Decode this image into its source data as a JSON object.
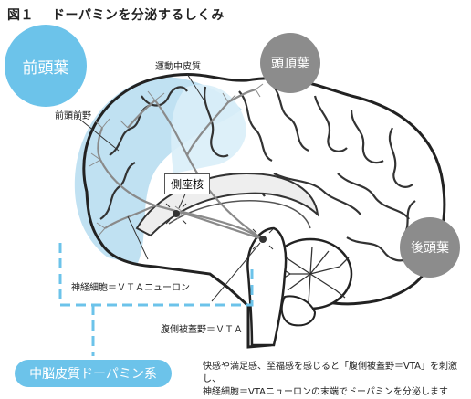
{
  "title": {
    "figure_number": "図１",
    "text": "ドーパミンを分泌するしくみ"
  },
  "lobes": {
    "frontal": "前頭葉",
    "parietal": "頭頂葉",
    "occipital": "後頭葉"
  },
  "labels": {
    "motor_cortex": "運動中皮質",
    "prefrontal": "前頭前野",
    "accumbens": "側座核",
    "neuron": "神経細胞＝ＶＴＡニューロン",
    "vta": "腹側被蓋野＝ＶＴＡ"
  },
  "system": "中脳皮質ドーパミン系",
  "caption": {
    "line1": "快感や満足感、至福感を感じると「腹側被蓋野＝VTA」を刺激し、",
    "line2": "神経細胞＝VTAニューロンの末端でドーパミンを分泌します"
  },
  "colors": {
    "accent_blue": "#6cc3ea",
    "light_blue": "#c6e5f5",
    "gray": "#8c8c8c"
  }
}
